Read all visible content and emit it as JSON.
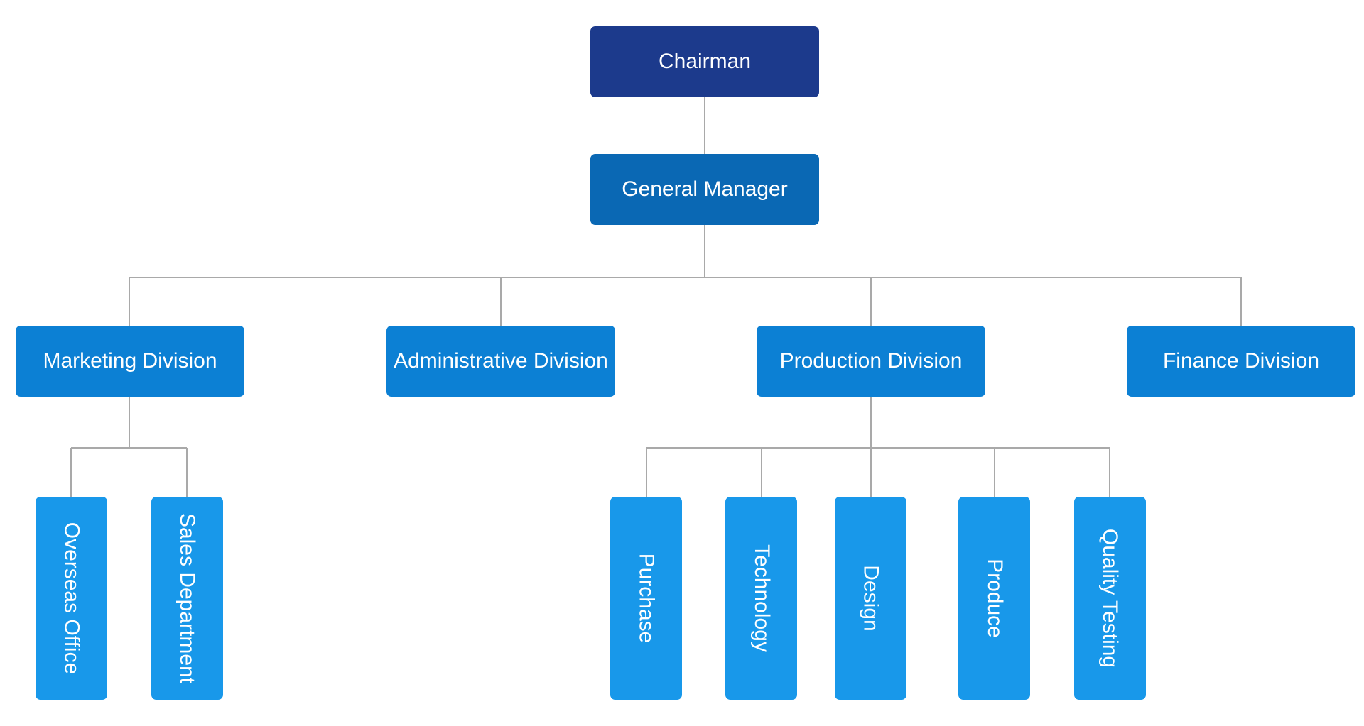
{
  "colors": {
    "level1": "#1c3a8c",
    "level2": "#0a68b4",
    "level3": "#0c80d4",
    "level4": "#1898ea",
    "connector": "#a9a9a9"
  },
  "chairman": "Chairman",
  "general_manager": "General Manager",
  "divisions": {
    "marketing": "Marketing Division",
    "administrative": "Administrative Division",
    "production": "Production Division",
    "finance": "Finance Division"
  },
  "marketing_units": [
    "Overseas Office",
    "Sales Department"
  ],
  "production_units": [
    "Purchase",
    "Technology",
    "Design",
    "Produce",
    "Quality Testing"
  ]
}
